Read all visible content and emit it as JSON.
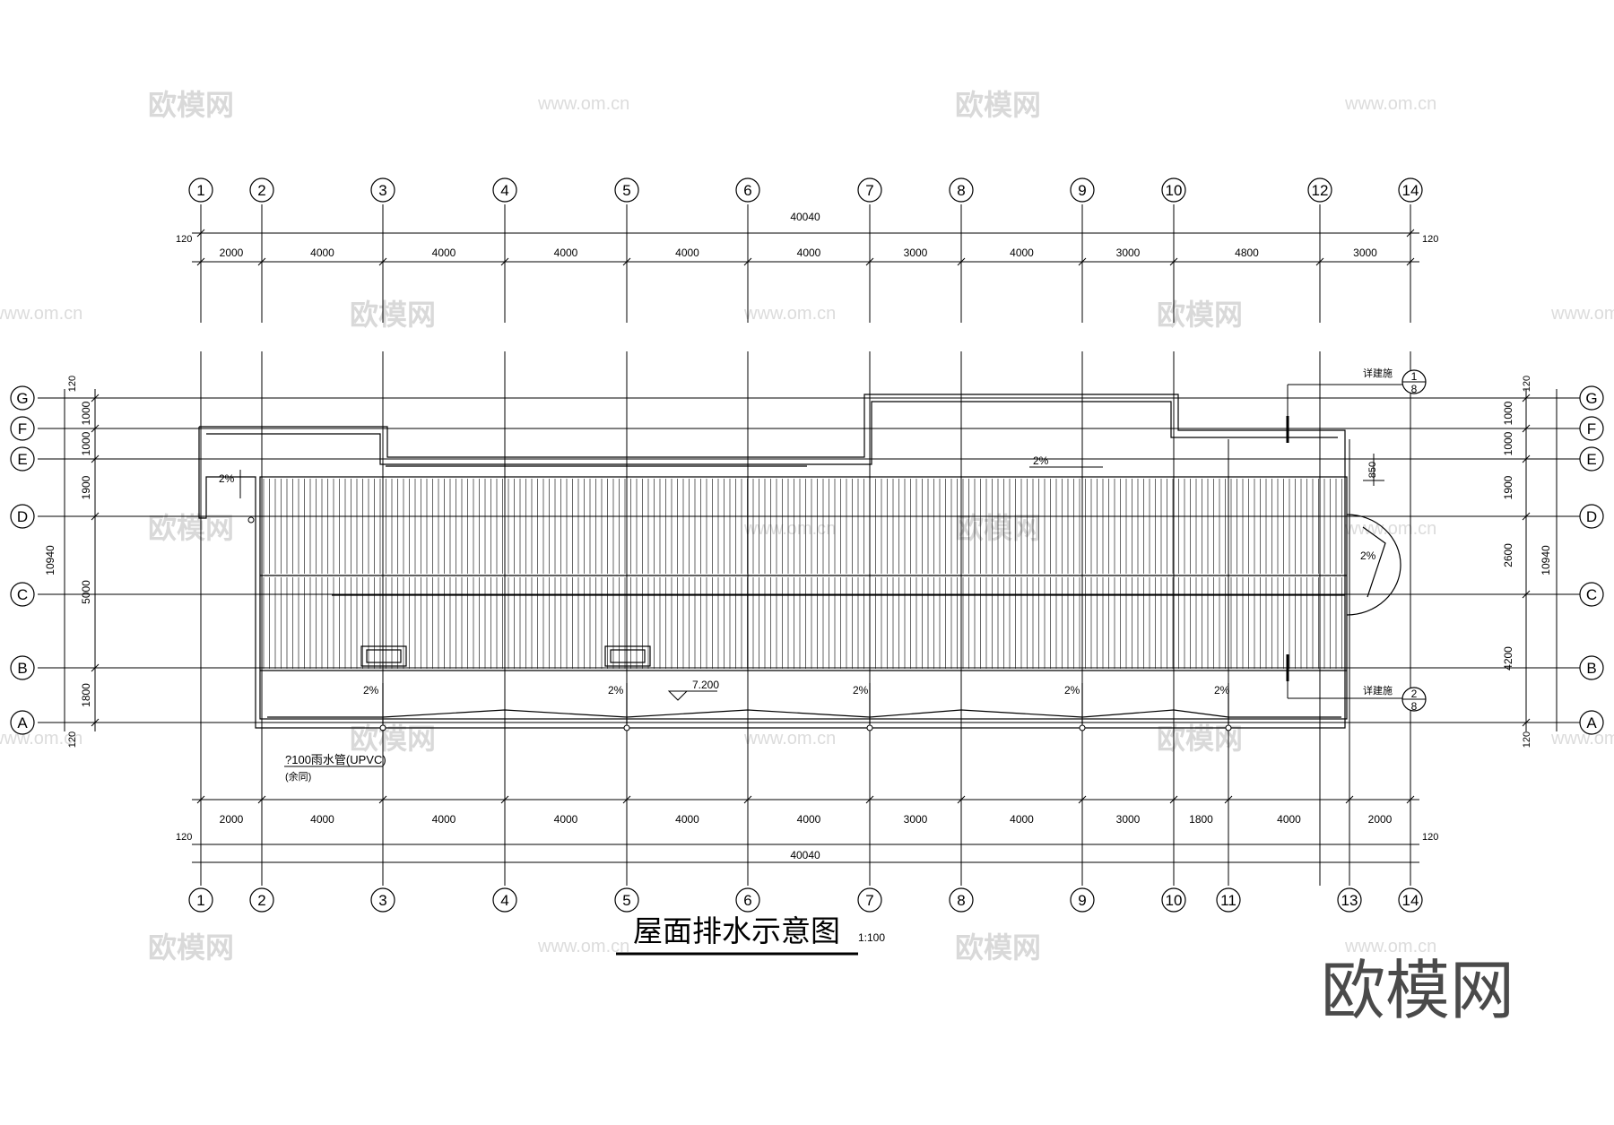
{
  "drawing": {
    "title": "屋面排水示意图",
    "scale": "1:100"
  },
  "axes": {
    "top_labels": [
      "1",
      "2",
      "3",
      "4",
      "5",
      "6",
      "7",
      "8",
      "9",
      "10",
      "12",
      "14"
    ],
    "bottom_labels": [
      "1",
      "2",
      "3",
      "4",
      "5",
      "6",
      "7",
      "8",
      "9",
      "10",
      "11",
      "13",
      "14"
    ],
    "row_labels": [
      "G",
      "F",
      "E",
      "D",
      "C",
      "B",
      "A"
    ]
  },
  "dimensions": {
    "top_total": "40040",
    "top_segments": [
      "2000",
      "4000",
      "4000",
      "4000",
      "4000",
      "4000",
      "3000",
      "4000",
      "3000",
      "4800",
      "3000"
    ],
    "bottom_total": "40040",
    "bottom_segments": [
      "2000",
      "4000",
      "4000",
      "4000",
      "4000",
      "4000",
      "3000",
      "4000",
      "3000",
      "1800",
      "4000",
      "2000"
    ],
    "edge_offset": "120",
    "left_total": "10940",
    "left_segments": [
      "1000",
      "1000",
      "1900",
      "5000",
      "1800"
    ],
    "right_total": "10940",
    "right_segments": [
      "1000",
      "1000",
      "1900",
      "2600",
      "4200"
    ],
    "notch": "850"
  },
  "annotations": {
    "slope": "2%",
    "elevation": "7.200",
    "detail_ref_label": "详建施",
    "detail_top": "1",
    "detail_bottom": "2",
    "detail_sheet": "8",
    "downpipe_note": "?100雨水管(UPVC)",
    "downpipe_note2": "(余同)"
  },
  "watermarks": {
    "logo": "欧模网",
    "url": "www.om.cn",
    "corner_logo": "欧模网"
  }
}
